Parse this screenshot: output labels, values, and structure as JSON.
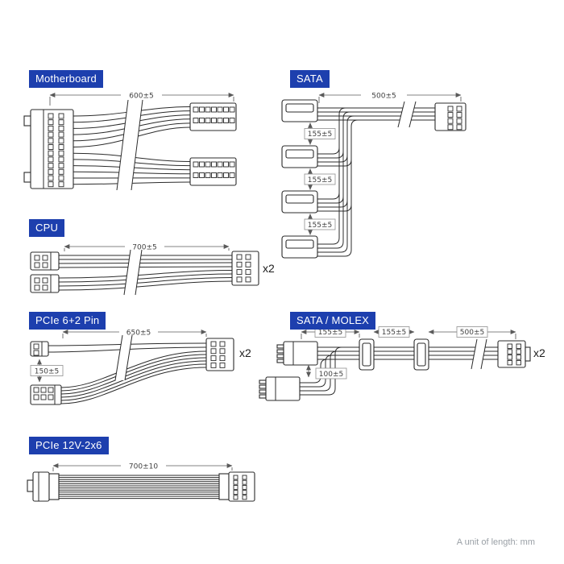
{
  "theme": {
    "accent": "#1d3fae",
    "line": "#2b2b2b",
    "dim": "#5a5a5a",
    "muted": "#9aa0a6",
    "background": "#ffffff"
  },
  "footer": {
    "note": "A unit of length: mm"
  },
  "sections": {
    "motherboard": {
      "label": "Motherboard",
      "dim_length": "600±5"
    },
    "sata": {
      "label": "SATA",
      "dim_length": "500±5",
      "dim_pitch1": "155±5",
      "dim_pitch2": "155±5",
      "dim_pitch3": "155±5"
    },
    "cpu": {
      "label": "CPU",
      "dim_length": "700±5",
      "quantity": "x2"
    },
    "pcie62": {
      "label": "PCIe 6+2 Pin",
      "dim_length": "650±5",
      "dim_branch": "150±5",
      "quantity": "x2"
    },
    "sata_molex": {
      "label": "SATA / MOLEX",
      "dim_seg1": "155±5",
      "dim_seg2": "155±5",
      "dim_seg3": "500±5",
      "dim_branch": "100±5",
      "quantity": "x2"
    },
    "pcie12v": {
      "label": "PCIe 12V-2x6",
      "dim_length": "700±10"
    }
  }
}
